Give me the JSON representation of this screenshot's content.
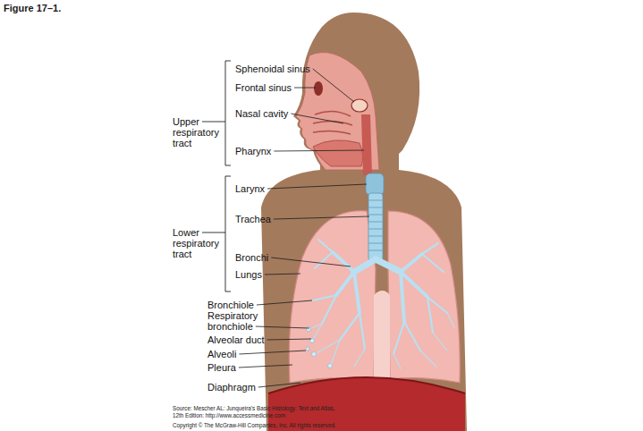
{
  "diagram": {
    "title": "Figure 17–1.",
    "caption": "Source: Mescher AL: Junqueira's Basic Histology: Text and Atlas, 12th Edition: http://www.accessmedicine.com",
    "labels": [
      "Upper respiratory tract",
      "Lower respiratory tract",
      "Sphenoidal sinus",
      "Frontal sinus",
      "Nasal cavity",
      "Pharynx",
      "Larynx",
      "Trachea",
      "Bronchi",
      "Lungs",
      "Bronchiole",
      "Respiratory bronchiole",
      "Alveolar duct",
      "Alveoli",
      "Pleura",
      "Diaphragm",
      "Copyright © The McGraw-Hill Companies, Inc. All rights reserved."
    ]
  }
}
